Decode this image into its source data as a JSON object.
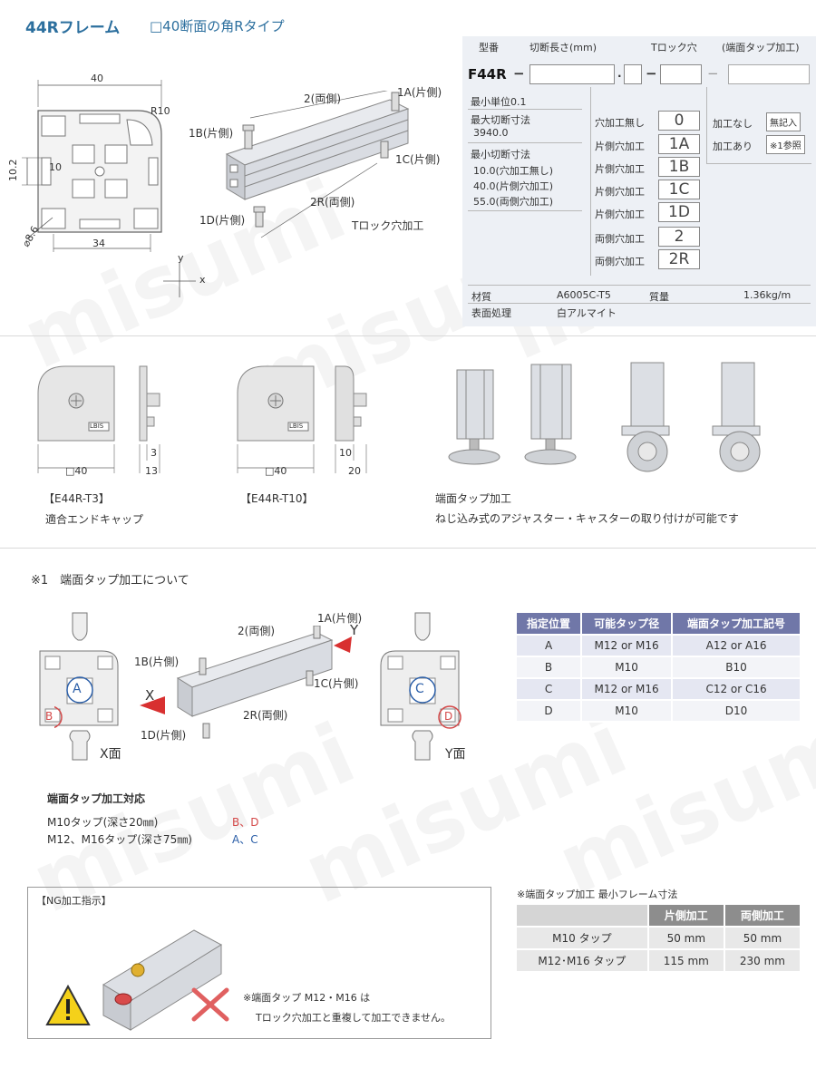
{
  "header": {
    "title": "44Rフレーム",
    "subtitle": "□40断面の角Rタイプ"
  },
  "cross_section": {
    "dim_width": "40",
    "dim_r": "R10",
    "dim_height": "10.2",
    "dim_slot": "10",
    "dim_diameter": "⌀8.6",
    "dim_34": "34",
    "axis_y": "y",
    "axis_x": "x"
  },
  "frame_view": {
    "label_2": "2(両側)",
    "label_1a": "1A(片側)",
    "label_1b": "1B(片側)",
    "label_1c": "1C(片側)",
    "label_2r": "2R(両側)",
    "label_1d": "1D(片側)",
    "tlock_label": "Tロック穴加工"
  },
  "part_number": {
    "col_type": "型番",
    "col_length": "切断長さ(mm)",
    "col_tlock": "Tロック穴",
    "col_tap": "(端面タップ加工)",
    "prefix": "F44R",
    "min_unit": "最小単位0.1",
    "max_cut_label": "最大切断寸法",
    "max_cut_value": "3940.0",
    "min_cut_label": "最小切断寸法",
    "min_cut_1": "10.0(穴加工無し)",
    "min_cut_2": "40.0(片側穴加工)",
    "min_cut_3": "55.0(両側穴加工)",
    "options": [
      {
        "label": "穴加工無し",
        "code": "0"
      },
      {
        "label": "片側穴加工",
        "code": "1A"
      },
      {
        "label": "片側穴加工",
        "code": "1B"
      },
      {
        "label": "片側穴加工",
        "code": "1C"
      },
      {
        "label": "片側穴加工",
        "code": "1D"
      },
      {
        "label": "両側穴加工",
        "code": "2"
      },
      {
        "label": "両側穴加工",
        "code": "2R"
      }
    ],
    "tap_none_label": "加工なし",
    "tap_none_code": "無記入",
    "tap_yes_label": "加工あり",
    "tap_yes_code": "※1参照",
    "material_label": "材質",
    "material_value": "A6005C-T5",
    "mass_label": "質量",
    "mass_value": "1.36kg/m",
    "surface_label": "表面処理",
    "surface_value": "白アルマイト"
  },
  "endcaps": {
    "t3_dim_side1": "3",
    "t3_dim_side2": "13",
    "t3_dim_front": "□40",
    "t10_dim_side1": "10",
    "t10_dim_side2": "20",
    "t10_dim_front": "□40",
    "logo_text": "LBIS",
    "t3_name": "【E44R-T3】",
    "t10_name": "【E44R-T10】",
    "caption": "適合エンドキャップ"
  },
  "tap_feature": {
    "title": "端面タップ加工",
    "desc": "ねじ込み式のアジャスター・キャスターの取り付けが可能です"
  },
  "tap_section": {
    "heading": "※1　端面タップ加工について",
    "x_face": "X面",
    "y_face": "Y面",
    "mark_a": "A",
    "mark_b": "B",
    "mark_c": "C",
    "mark_d": "D",
    "arrow_x": "X",
    "arrow_y": "Y",
    "label_2": "2(両側)",
    "label_1a": "1A(片側)",
    "label_1b": "1B(片側)",
    "label_1c": "1C(片側)",
    "label_2r": "2R(両側)",
    "label_1d": "1D(片側)",
    "support_title": "端面タップ加工対応",
    "support_rows": [
      {
        "spec": "M10タップ(深さ20㎜)",
        "pos": "B、D"
      },
      {
        "spec": "M12、M16タップ(深さ75㎜)",
        "pos": "A、C"
      }
    ]
  },
  "tap_table": {
    "headers": [
      "指定位置",
      "可能タップ径",
      "端面タップ加工記号"
    ],
    "rows": [
      [
        "A",
        "M12 or M16",
        "A12 or A16"
      ],
      [
        "B",
        "M10",
        "B10"
      ],
      [
        "C",
        "M12 or M16",
        "C12 or C16"
      ],
      [
        "D",
        "M10",
        "D10"
      ]
    ]
  },
  "ng_box": {
    "title": "【NG加工指示】",
    "note_line1": "※端面タップ M12・M16 は",
    "note_line2": "Tロック穴加工と重複して加工できません。"
  },
  "min_frame": {
    "title": "※端面タップ加工 最小フレーム寸法",
    "headers": [
      "",
      "片側加工",
      "両側加工"
    ],
    "rows": [
      [
        "M10 タップ",
        "50 mm",
        "50 mm"
      ],
      [
        "M12･M16 タップ",
        "115 mm",
        "230 mm"
      ]
    ]
  },
  "watermark": {
    "text": "misumi"
  },
  "colors": {
    "title_blue": "#2c6f9e",
    "table_header": "#7077a8",
    "mark_red": "#d44a4a",
    "mark_blue": "#2c5fa8"
  }
}
